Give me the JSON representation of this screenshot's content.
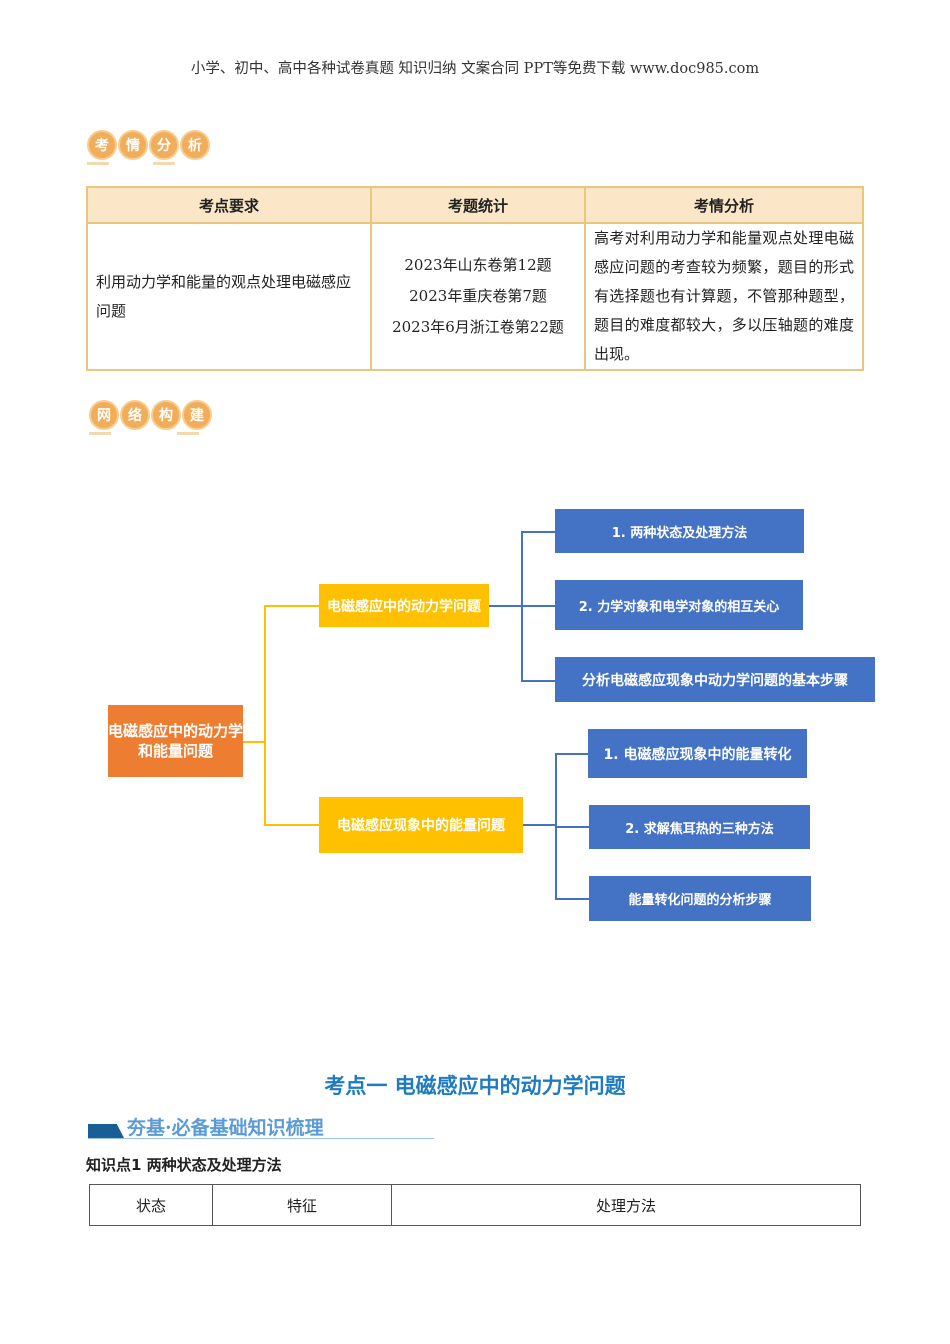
{
  "header": {
    "text": "小学、初中、高中各种试卷真题  知识归纳  文案合同  PPT等免费下载     www.doc985.com"
  },
  "badge1": [
    "考",
    "情",
    "分",
    "析"
  ],
  "analysis_table": {
    "headers": [
      "考点要求",
      "考题统计",
      "考情分析"
    ],
    "requirement": "利用动力学和能量的观点处理电磁感应问题",
    "stats": [
      "2023年山东卷第12题",
      "2023年重庆卷第7题",
      "2023年6月浙江卷第22题"
    ],
    "analysis": "高考对利用动力学和能量观点处理电磁感应问题的考查较为频繁，题目的形式有选择题也有计算题，不管那种题型，题目的难度都较大，多以压轴题的难度出现。"
  },
  "badge2": [
    "网",
    "络",
    "构",
    "建"
  ],
  "mindmap": {
    "root": "电磁感应中的动力学和能量问题",
    "branch1": "电磁感应中的动力学问题",
    "branch1_items": [
      "1. 两种状态及处理方法",
      "2. 力学对象和电学对象的相互关心",
      "分析电磁感应现象中动力学问题的基本步骤"
    ],
    "branch2": "电磁感应现象中的能量问题",
    "branch2_items": [
      "1. 电磁感应现象中的能量转化",
      "2. 求解焦耳热的三种方法",
      "能量转化问题的分析步骤"
    ],
    "colors": {
      "root": "#ed7d31",
      "branch": "#ffc000",
      "leaf": "#4472c4"
    }
  },
  "section_title": "考点一  电磁感应中的动力学问题",
  "subsection": "夯基·必备基础知识梳理",
  "knowledge_point": "知识点1 两种状态及处理方法",
  "table2_headers": [
    "状态",
    "特征",
    "处理方法"
  ]
}
